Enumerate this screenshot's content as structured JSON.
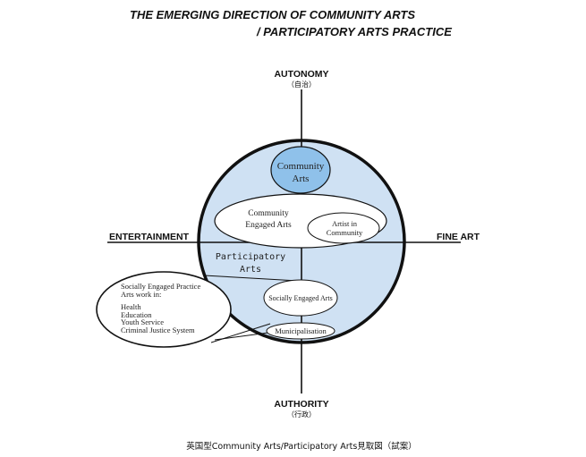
{
  "title": {
    "line1": "THE EMERGING DIRECTION OF COMMUNITY ARTS",
    "line2": "/ PARTICIPATORY ARTS PRACTICE"
  },
  "axes": {
    "top": {
      "label": "AUTONOMY",
      "sub": "（自治）"
    },
    "bottom": {
      "label": "AUTHORITY",
      "sub": "（行政）"
    },
    "left": {
      "label": "ENTERTAINMENT"
    },
    "right": {
      "label": "FINE ART"
    }
  },
  "nodes": {
    "community_arts": [
      "Community",
      "Arts"
    ],
    "community_engaged_arts": [
      "Community",
      "Engaged Arts"
    ],
    "artist_in_community": [
      "Artist in",
      "Community"
    ],
    "participatory_arts": [
      "Participatory",
      "Arts"
    ],
    "socially_engaged_arts": "Socially Engaged Arts",
    "municipalisation": "Municipalisation",
    "callout": [
      "Socially Engaged Practice",
      "Arts work in:",
      "Health",
      "Education",
      "Youth Service",
      "Criminal Justice System"
    ]
  },
  "colors": {
    "circle_fill": "#cfe1f3",
    "community_arts_fill": "#8fc1ea"
  },
  "caption": "英国型Community Arts/Participatory Arts見取図（試案）"
}
